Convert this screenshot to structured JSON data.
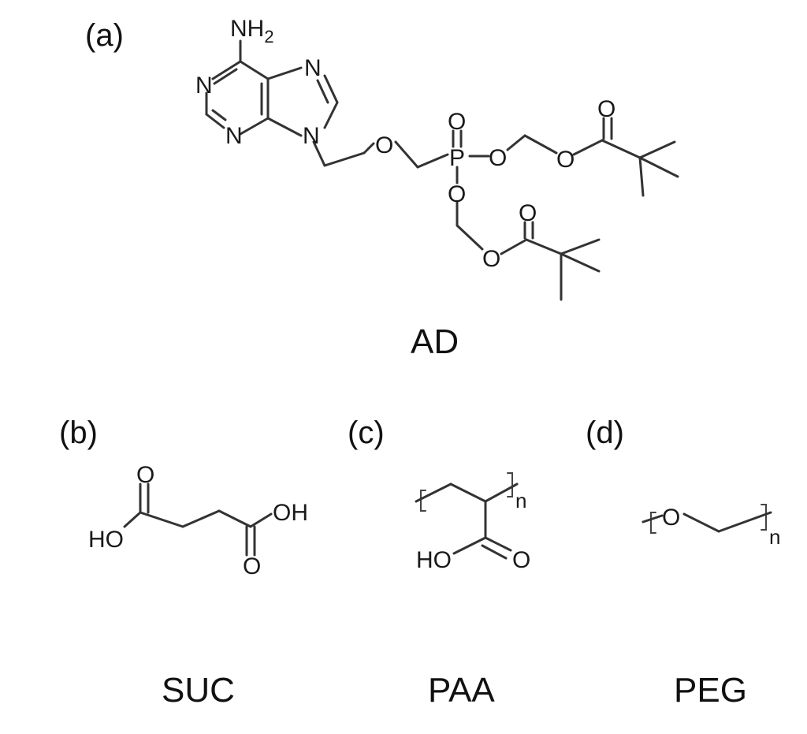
{
  "panels": {
    "a": {
      "label": "(a)",
      "caption": "AD",
      "atoms": {
        "nh2": "NH",
        "nh2_sub": "2",
        "n1": "N",
        "n3": "N",
        "n7": "N",
        "n9": "N",
        "ether_o": "O",
        "p": "P",
        "p_oxo": "O",
        "po_right": "O",
        "po_down": "O",
        "ester_o1": "O",
        "carbonyl_o1": "O",
        "ester_o2": "O",
        "carbonyl_o2": "O"
      }
    },
    "b": {
      "label": "(b)",
      "caption": "SUC",
      "atoms": {
        "ho": "HO",
        "oh": "OH",
        "o_top": "O",
        "o_bottom": "O"
      }
    },
    "c": {
      "label": "(c)",
      "caption": "PAA",
      "atoms": {
        "n": "n",
        "ho": "HO",
        "o": "O"
      }
    },
    "d": {
      "label": "(d)",
      "caption": "PEG",
      "atoms": {
        "o": "O",
        "n": "n"
      }
    }
  },
  "colors": {
    "ink": "#333333",
    "background": "#ffffff"
  }
}
